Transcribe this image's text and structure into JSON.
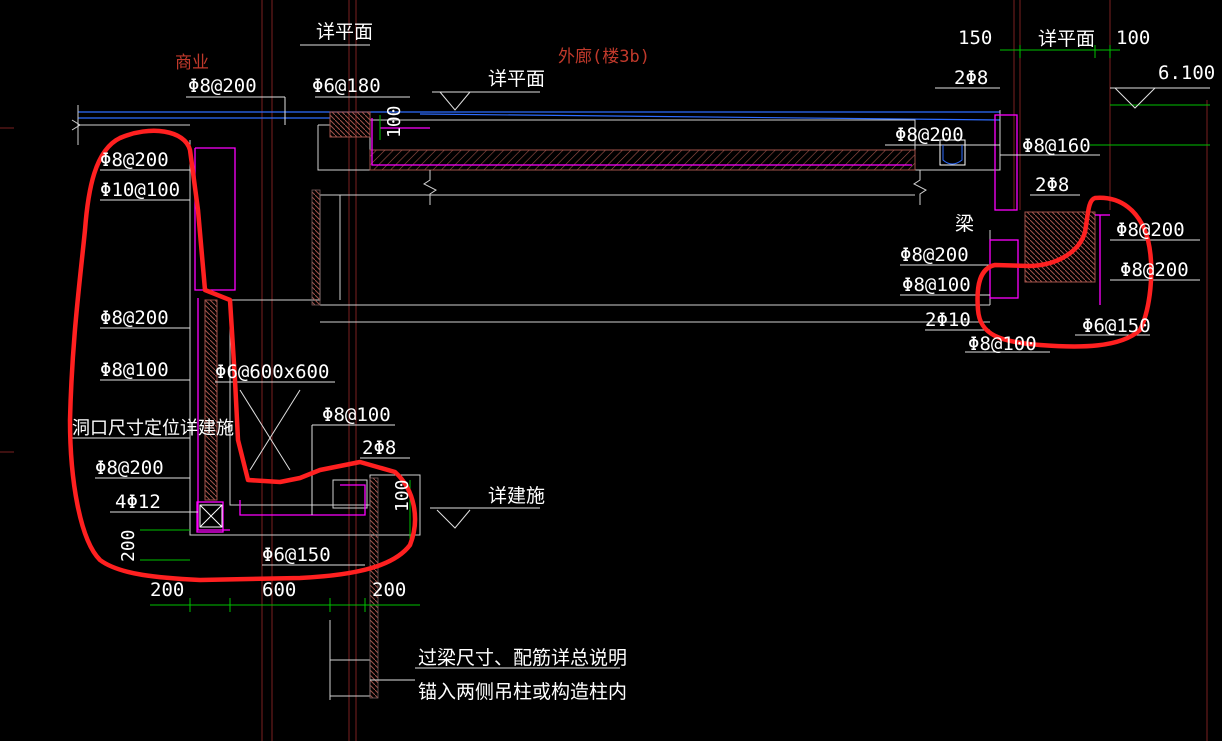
{
  "drawing": {
    "labels": {
      "commercial": "商业",
      "corridor": "外廊(楼3b)",
      "detail_plan_top": "详平面",
      "detail_plan_mid": "详平面",
      "detail_plan_right": "详平面",
      "detail_arch": "详建施",
      "opening_note": "洞口尺寸定位详建施",
      "beam_char": "梁",
      "note_line1": "过梁尺寸、配筋详总说明",
      "note_line2": "锚入两侧吊柱或构造柱内"
    },
    "rebar": {
      "r1": "Φ8@200",
      "r2": "Φ6@180",
      "r3": "Φ8@200",
      "r4": "Φ10@100",
      "r5": "Φ8@200",
      "r6": "Φ8@100",
      "r7": "Φ6@600x600",
      "r8": "Φ8@200",
      "r9": "4Φ12",
      "r10": "Φ8@100",
      "r11": "2Φ8",
      "r12": "Φ6@150",
      "r13": "2Φ8",
      "r14": "Φ8@200",
      "r15": "Φ8@160",
      "r16": "2Φ8",
      "r17": "Φ8@200",
      "r18": "Φ8@200",
      "r19": "Φ8@200",
      "r20": "Φ8@100",
      "r21": "2Φ10",
      "r22": "Φ6@150",
      "r23": "Φ8@100"
    },
    "dims": {
      "d100_top": "100",
      "d150_right": "150",
      "d100_right": "100",
      "elevation": "6.100",
      "d200_left": "200",
      "d200_bottom": "200",
      "d600_bottom": "600",
      "d200_bottom_right": "200",
      "d100_vertical": "100"
    },
    "colors": {
      "background": "#000000",
      "text": "#ffffff",
      "highlight": "#ff2020",
      "rebar": "#ff00ff",
      "concrete_hatch": "#a0524a",
      "slab_line": "#2e6cff",
      "grid_line": "#b03030",
      "dim_line": "#00c000"
    }
  }
}
